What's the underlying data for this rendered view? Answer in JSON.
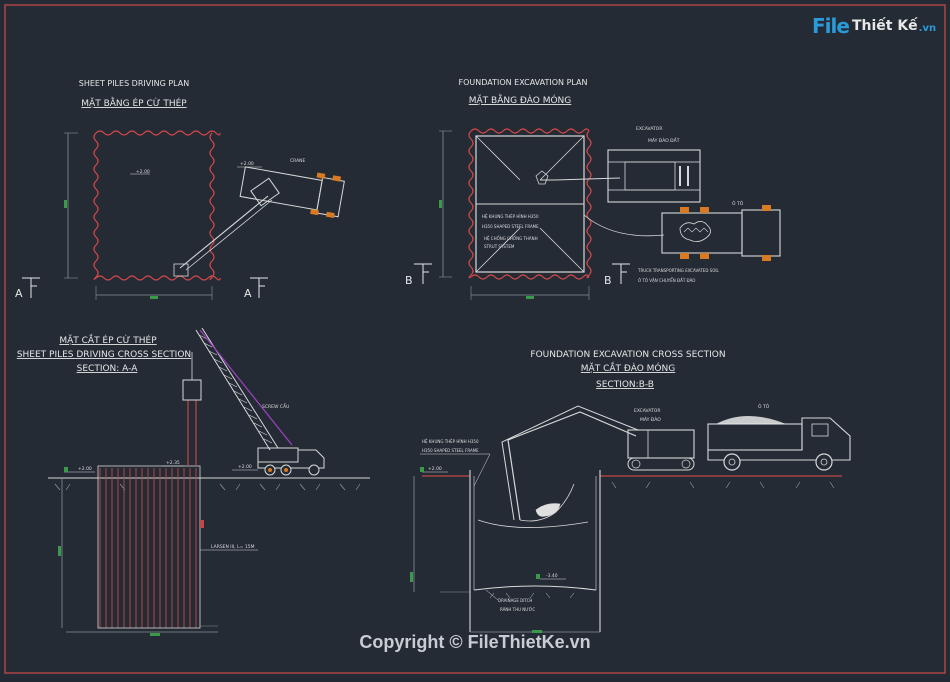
{
  "logo": {
    "part1": "File",
    "part2": "Thiết Kế",
    "part3": ".vn"
  },
  "copyright": "Copyright © FileThietKe.vn",
  "titles": {
    "plan1_en": "SHEET PILES DRIVING PLAN",
    "plan1_vi": "MẶT BẰNG ÉP CỪ THÉP",
    "plan2_en": "FOUNDATION EXCAVATION PLAN",
    "plan2_vi": "MẶT BẰNG ĐÀO MÓNG",
    "sec1_vi": "MẶT CẮT ÉP CỪ THÉP",
    "sec1_en": "SHEET PILES DRIVING CROSS SECTION",
    "sec1_id": "SECTION: A-A",
    "sec2_en": "FOUNDATION EXCAVATION CROSS SECTION",
    "sec2_vi": "MẶT CẮT ĐÀO MÓNG",
    "sec2_id": "SECTION:B-B"
  },
  "markers": {
    "a": "A",
    "b": "B"
  },
  "labels": {
    "crane": "CRANE",
    "excavator": "EXCAVATOR",
    "excavator_vi": "MÁY ĐÀO ĐẤT",
    "excavator_vi2": "MÁY ĐÀO",
    "truck": "Ô TÔ",
    "truck_transport_en": "TRUCK TRANSPORTING EXCAVATED SOIL",
    "truck_transport_vi": "Ô TÔ VẬN CHUYỂN ĐẤT ĐÀO",
    "frame_vi": "HỆ KHUNG THÉP HÌNH H350",
    "frame_en": "H350 SHAPED STEEL FRAME",
    "strut_vi": "HỆ CHỐNG CHỐNG THÀNH",
    "strut_en": "STRUT SYSTEM",
    "elev_plan": "+2.00",
    "elev_crane": "+2.00",
    "elev_a1": "+2.00",
    "elev_a2": "+2.35",
    "elev_a3": "+2.00",
    "elev_b": "+2.00",
    "elev_bottom": "-3.40",
    "crane_sec": "SCREW CẨU",
    "larsen": "LARSEN III, L= 15M",
    "drainage_en": "DRAINAGE DITCH",
    "drainage_vi": "RÃNH THU NƯỚC"
  }
}
